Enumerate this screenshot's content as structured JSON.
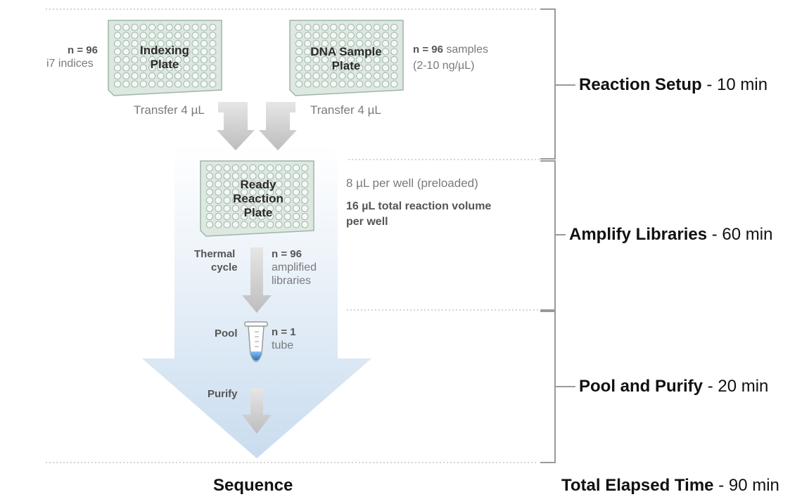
{
  "plates": {
    "indexing": {
      "title_line1": "Indexing",
      "title_line2": "Plate",
      "n_label": "n = 96",
      "n_desc": "i7 indices",
      "transfer": "Transfer 4 µL"
    },
    "dna_sample": {
      "title_line1": "DNA Sample",
      "title_line2": "Plate",
      "n_label": "n = 96",
      "n_desc": "samples",
      "concentration": "(2-10 ng/µL)",
      "transfer": "Transfer 4 µL"
    },
    "ready_reaction": {
      "title_line1": "Ready",
      "title_line2": "Reaction",
      "title_line3": "Plate",
      "preload": "8 µL per well (preloaded)",
      "volume_line1": "16 µL total reaction volume",
      "volume_line2": "per well"
    }
  },
  "steps": {
    "thermal_line1": "Thermal",
    "thermal_line2": "cycle",
    "amplified_n": "n = 96",
    "amplified_line1": "amplified",
    "amplified_line2": "libraries",
    "pool": "Pool",
    "tube_n": "n = 1",
    "tube_desc": "tube",
    "purify": "Purify"
  },
  "stages": [
    {
      "name": "Reaction Setup",
      "time": "- 10 min"
    },
    {
      "name": "Amplify Libraries",
      "time": "- 60 min"
    },
    {
      "name": "Pool and Purify",
      "time": "- 20 min"
    }
  ],
  "footer": {
    "sequence": "Sequence",
    "total_name": "Total Elapsed Time",
    "total_time": "- 90 min"
  },
  "colors": {
    "plate_fill": "#dde8e1",
    "plate_stroke": "#9fb5a8",
    "arrow_gray": "#c9c9c9",
    "flow_blue": "#cfe0f1",
    "tube_liquid": "#2f7fd0"
  }
}
